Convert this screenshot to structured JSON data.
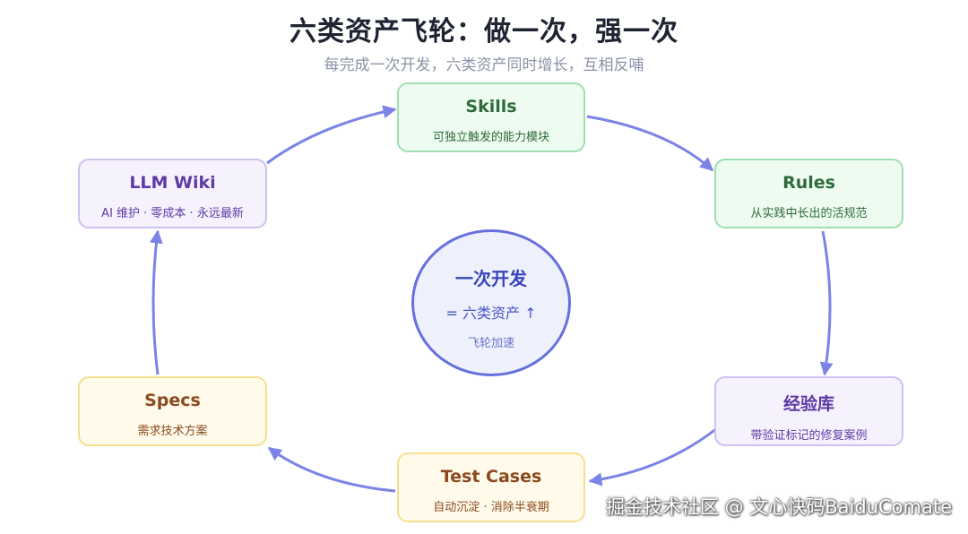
{
  "title": "六类资产飞轮：做一次，强一次",
  "subtitle": "每完成一次开发，六类资产同时增长，互相反哺",
  "nodes": {
    "skills": {
      "title": "Skills",
      "desc": "可独立触发的能力模块"
    },
    "rules": {
      "title": "Rules",
      "desc": "从实践中长出的活规范"
    },
    "experience": {
      "title": "经验库",
      "desc": "带验证标记的修复案例"
    },
    "test_cases": {
      "title": "Test Cases",
      "desc": "自动沉淀 · 消除半衰期"
    },
    "specs": {
      "title": "Specs",
      "desc": "需求技术方案"
    },
    "llm_wiki": {
      "title": "LLM Wiki",
      "desc": "AI 维护 · 零成本 · 永远最新"
    }
  },
  "center": {
    "line1": "一次开发",
    "line2": "= 六类资产 ↑",
    "line3": "飞轮加速"
  },
  "watermark": "掘金技术社区 @ 文心快码BaiduComate",
  "colors": {
    "arrow": "#7b83e6",
    "center_border": "#6670dd",
    "green_border": "#9fdfad",
    "purple_border": "#cfc0f0",
    "yellow_border": "#f4df8e"
  }
}
